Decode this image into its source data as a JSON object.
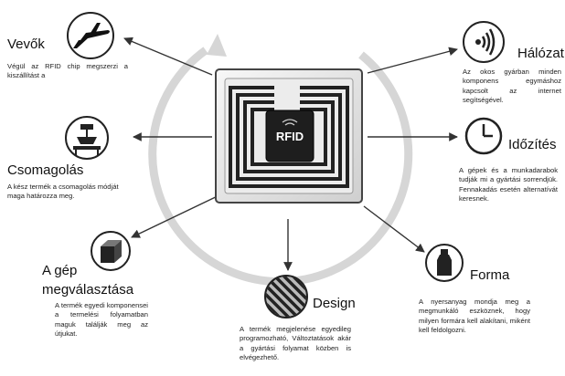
{
  "center": {
    "chip_label": "RFID"
  },
  "nodes": [
    {
      "id": "vevok",
      "title": "Vevők",
      "icon": "airplane-icon",
      "text": "Végül az RFID chip megszerzi a kiszállítást a"
    },
    {
      "id": "csomagolas",
      "title": "Csomagolás",
      "icon": "packaging-icon",
      "text": "A kész termék a csomagolás módját maga határozza meg."
    },
    {
      "id": "gep",
      "title": "A gép megválasztása",
      "icon": "machine-block-icon",
      "text": "A termék egyedi komponensei a termelési folyamatban maguk találják meg az útjukat."
    },
    {
      "id": "design",
      "title": "Design",
      "icon": "design-pattern-icon",
      "text": "A termék megjelenése egyedileg programozható, Változtatások akár a gyártási folyamat közben is elvégezhető."
    },
    {
      "id": "forma",
      "title": "Forma",
      "icon": "bottle-icon",
      "text": "A nyersanyag mondja meg a megmunkáló eszköznek, hogy milyen formára kell alakítani, miként kell feldolgozni."
    },
    {
      "id": "idozites",
      "title": "Időzítés",
      "icon": "clock-icon",
      "text": "A gépek és a munkadarabok tudják mi a gyártási sorrendjük. Fennakadás esetén alternatívát keresnek."
    },
    {
      "id": "halozat",
      "title": "Hálózat",
      "icon": "wireless-signal-icon",
      "text": "Az okos gyárban minden komponens egymáshoz kapcsolt az internet segítségével."
    }
  ]
}
